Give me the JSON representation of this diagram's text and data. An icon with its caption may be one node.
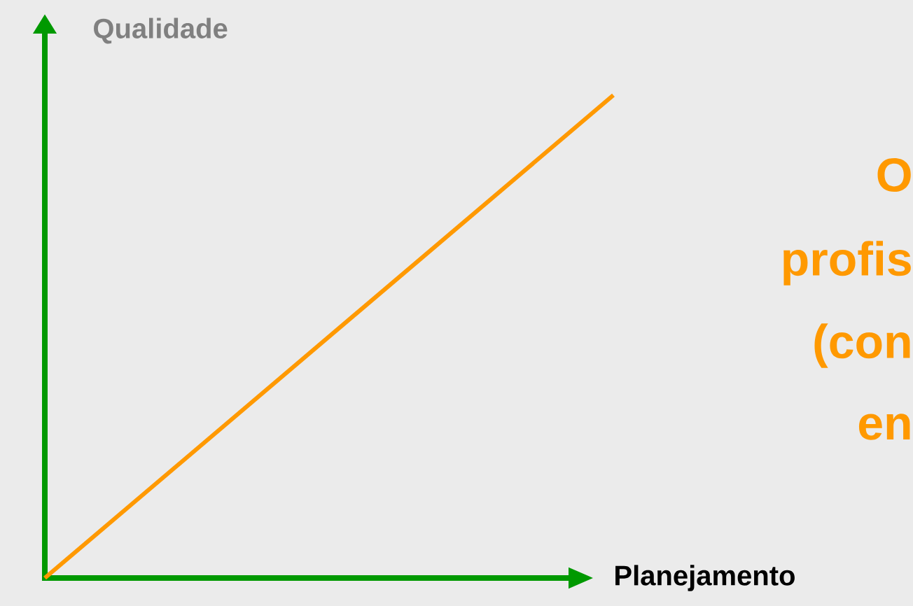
{
  "diagram": {
    "labels": [
      "Qualidade",
      "Planejamento",
      "O",
      "profis",
      "(con",
      "en"
    ]
  }
}
